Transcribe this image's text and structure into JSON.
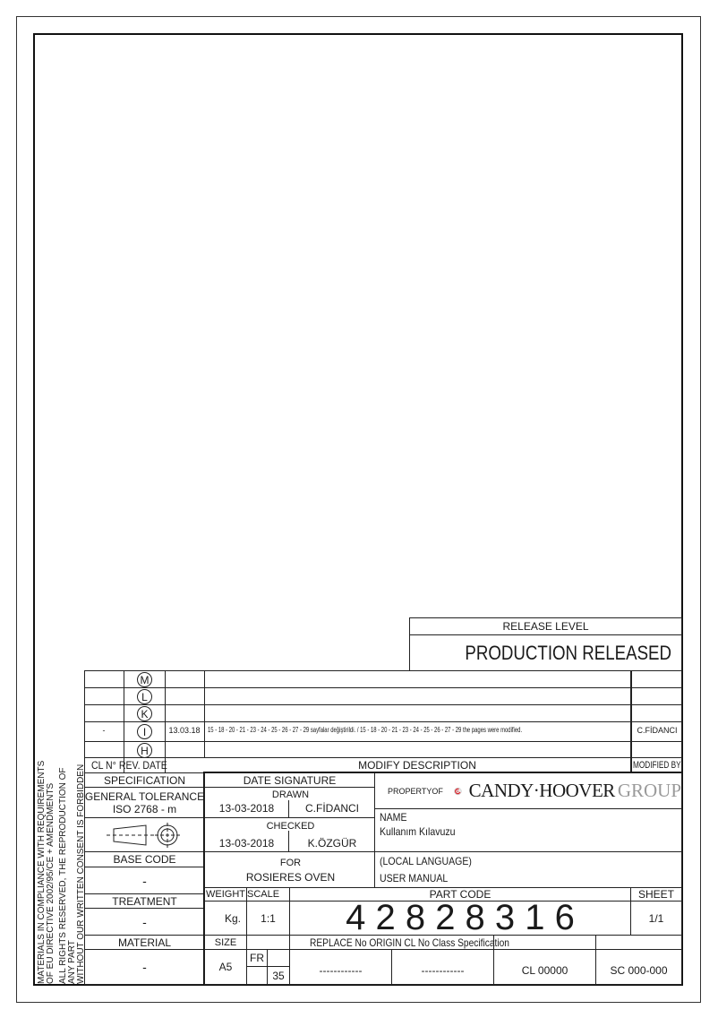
{
  "release": {
    "label": "RELEASE LEVEL",
    "value": "PRODUCTION RELEASED"
  },
  "revisions": {
    "rows": [
      {
        "cl": "",
        "rev": "M",
        "date": "",
        "description": "",
        "modified_by": ""
      },
      {
        "cl": "",
        "rev": "L",
        "date": "",
        "description": "",
        "modified_by": ""
      },
      {
        "cl": "",
        "rev": "K",
        "date": "",
        "description": "",
        "modified_by": ""
      },
      {
        "cl": "-",
        "rev": "I",
        "date": "13.03.18",
        "description": "15 - 18 - 20 - 21 - 23 - 24 - 25 - 26 - 27 - 29 sayfalar değiştirildi. / 15 - 18 - 20 - 21 - 23 - 24 - 25 - 26 - 27 - 29 the pages were modified.",
        "modified_by": "C.FİDANCI"
      },
      {
        "cl": "",
        "rev": "H",
        "date": "",
        "description": "",
        "modified_by": ""
      }
    ],
    "headers": {
      "cl_rev_date": "CL N° REV. DATE",
      "description": "MODIFY DESCRIPTION",
      "modified_by": "MODIFIED BY"
    }
  },
  "side_note": {
    "line1": "MATERIALS IN COMPLIANCE WITH REQUIREMENTS",
    "line2": "OF EU DIRECTIVE 2002/95/CE + AMENDMENTS",
    "line3": "ALL RIGHTS RESERVED, THE REPRODUCTION OF ANY PART",
    "line4": "WITHOUT OUR WRITTEN CONSENT IS FORBIDDEN"
  },
  "spec": {
    "title": "SPECIFICATION",
    "tolerance_line1": "GENERAL TOLERANCE",
    "tolerance_line2": "ISO 2768 - m",
    "base_code_label": "BASE CODE",
    "base_code": "-",
    "treatment_label": "TREATMENT",
    "treatment": "-",
    "material_label": "MATERIAL",
    "material": "-"
  },
  "signatures": {
    "title": "DATE SIGNATURE",
    "drawn_label": "DRAWN",
    "drawn_date": "13-03-2018",
    "drawn_by": "C.FİDANCI",
    "checked_label": "CHECKED",
    "checked_date": "13-03-2018",
    "checked_by": "K.ÖZGÜR",
    "for_label": "FOR",
    "for_value": "ROSIERES OVEN"
  },
  "property": {
    "label": "PROPERTYOF",
    "brand": "CANDY·HOOVER",
    "brand_suffix": "GROUP",
    "brand_color": "#d7262e"
  },
  "name": {
    "label": "NAME",
    "value": "Kullanım Kılavuzu",
    "local_label": "(LOCAL LANGUAGE)",
    "local_value": "USER MANUAL"
  },
  "part": {
    "weight_label": "WEIGHT",
    "scale_label": "SCALE",
    "part_code_label": "PART CODE",
    "sheet_label": "SHEET",
    "weight": "Kg.",
    "scale": "1:1",
    "part_code": "4 2 8 2 8 3 1 6",
    "sheet": "1/1",
    "size_label": "SIZE",
    "replace_label": "REPLACE No ORIGIN CL No Class Specification",
    "size": "A5",
    "fr": "FR",
    "fr_num": "35",
    "replace": "------------",
    "origin": "------------",
    "cl": "CL 00000",
    "class_spec": "SC 000-000"
  }
}
